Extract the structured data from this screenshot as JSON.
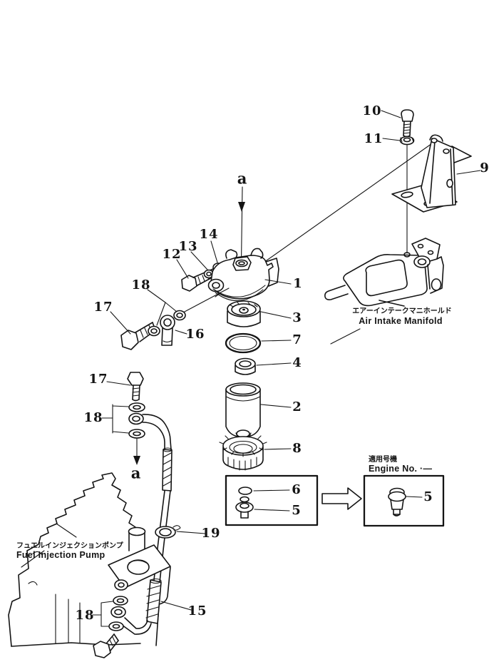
{
  "colors": {
    "ink": "#141414",
    "paper": "#ffffff"
  },
  "callouts": {
    "n1": "1",
    "n2": "2",
    "n3": "3",
    "n4": "4",
    "n5_box": "5",
    "n5_right": "5",
    "n6": "6",
    "n7": "7",
    "n8": "8",
    "n9": "9",
    "n10": "10",
    "n11": "11",
    "n12": "12",
    "n13": "13",
    "n14": "14",
    "n15": "15",
    "n16": "16",
    "n17_upper": "17",
    "n17_lower": "17",
    "n18_upper": "18",
    "n18_mid": "18",
    "n18_lower": "18",
    "n19": "19",
    "a_top": "a",
    "a_bottom": "a"
  },
  "annotations": {
    "air_intake_jp": "エアーインテークマニホールド",
    "air_intake_en": "Air Intake Manifold",
    "fuel_pump_jp": "フュエルインジェクションポンプ",
    "fuel_pump_en": "Fuel Injection Pump",
    "engine_no_jp": "適用号機",
    "engine_no_en": "Engine No. ·—"
  }
}
